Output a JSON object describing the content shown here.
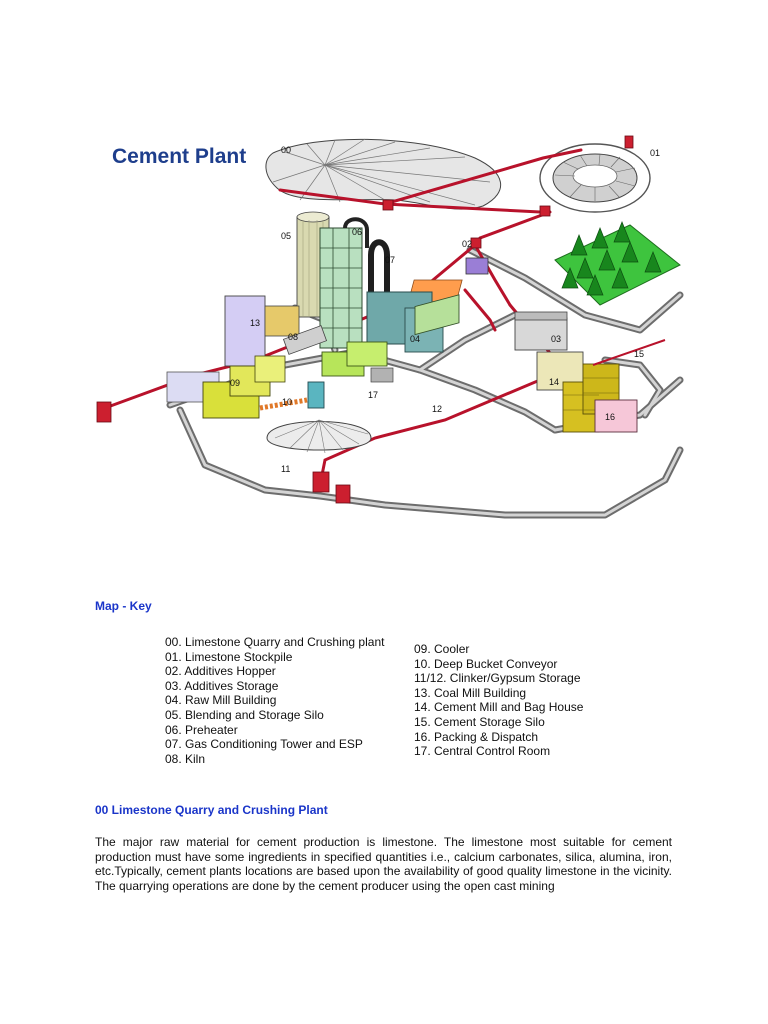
{
  "diagram": {
    "title": "Cement Plant",
    "labels": {
      "l00": "00",
      "l01": "01",
      "l02": "02",
      "l03": "03",
      "l04": "04",
      "l05": "05",
      "l06": "06",
      "l07": "07",
      "l08": "08",
      "l09": "09",
      "l10": "10",
      "l11": "11",
      "l12": "12",
      "l13": "13",
      "l14": "14",
      "l15": "15",
      "l16": "16",
      "l17": "17"
    }
  },
  "map_key": {
    "heading": "Map - Key",
    "left": [
      "00. Limestone Quarry and Crushing plant",
      "01. Limestone Stockpile",
      "02. Additives Hopper",
      "03. Additives Storage",
      "04. Raw Mill Building",
      "05. Blending and Storage Silo",
      "06. Preheater",
      "07. Gas Conditioning Tower and ESP",
      "08. Kiln"
    ],
    "right": [
      "09. Cooler",
      "10. Deep Bucket Conveyor",
      "11/12. Clinker/Gypsum Storage",
      "13. Coal Mill Building",
      "14. Cement Mill and Bag House",
      "15. Cement Storage Silo",
      "16. Packing & Dispatch",
      "17. Central Control Room"
    ]
  },
  "section": {
    "heading": "00 Limestone Quarry and Crushing Plant",
    "paragraph": "The major raw material for cement production is limestone. The limestone most suitable for cement production must have some ingredients in specified quantities i.e., calcium carbonates, silica, alumina, iron, etc.Typically, cement plants locations are based upon the availability of good quality limestone in the vicinity. The quarrying operations are done by the cement producer using the open cast mining"
  }
}
